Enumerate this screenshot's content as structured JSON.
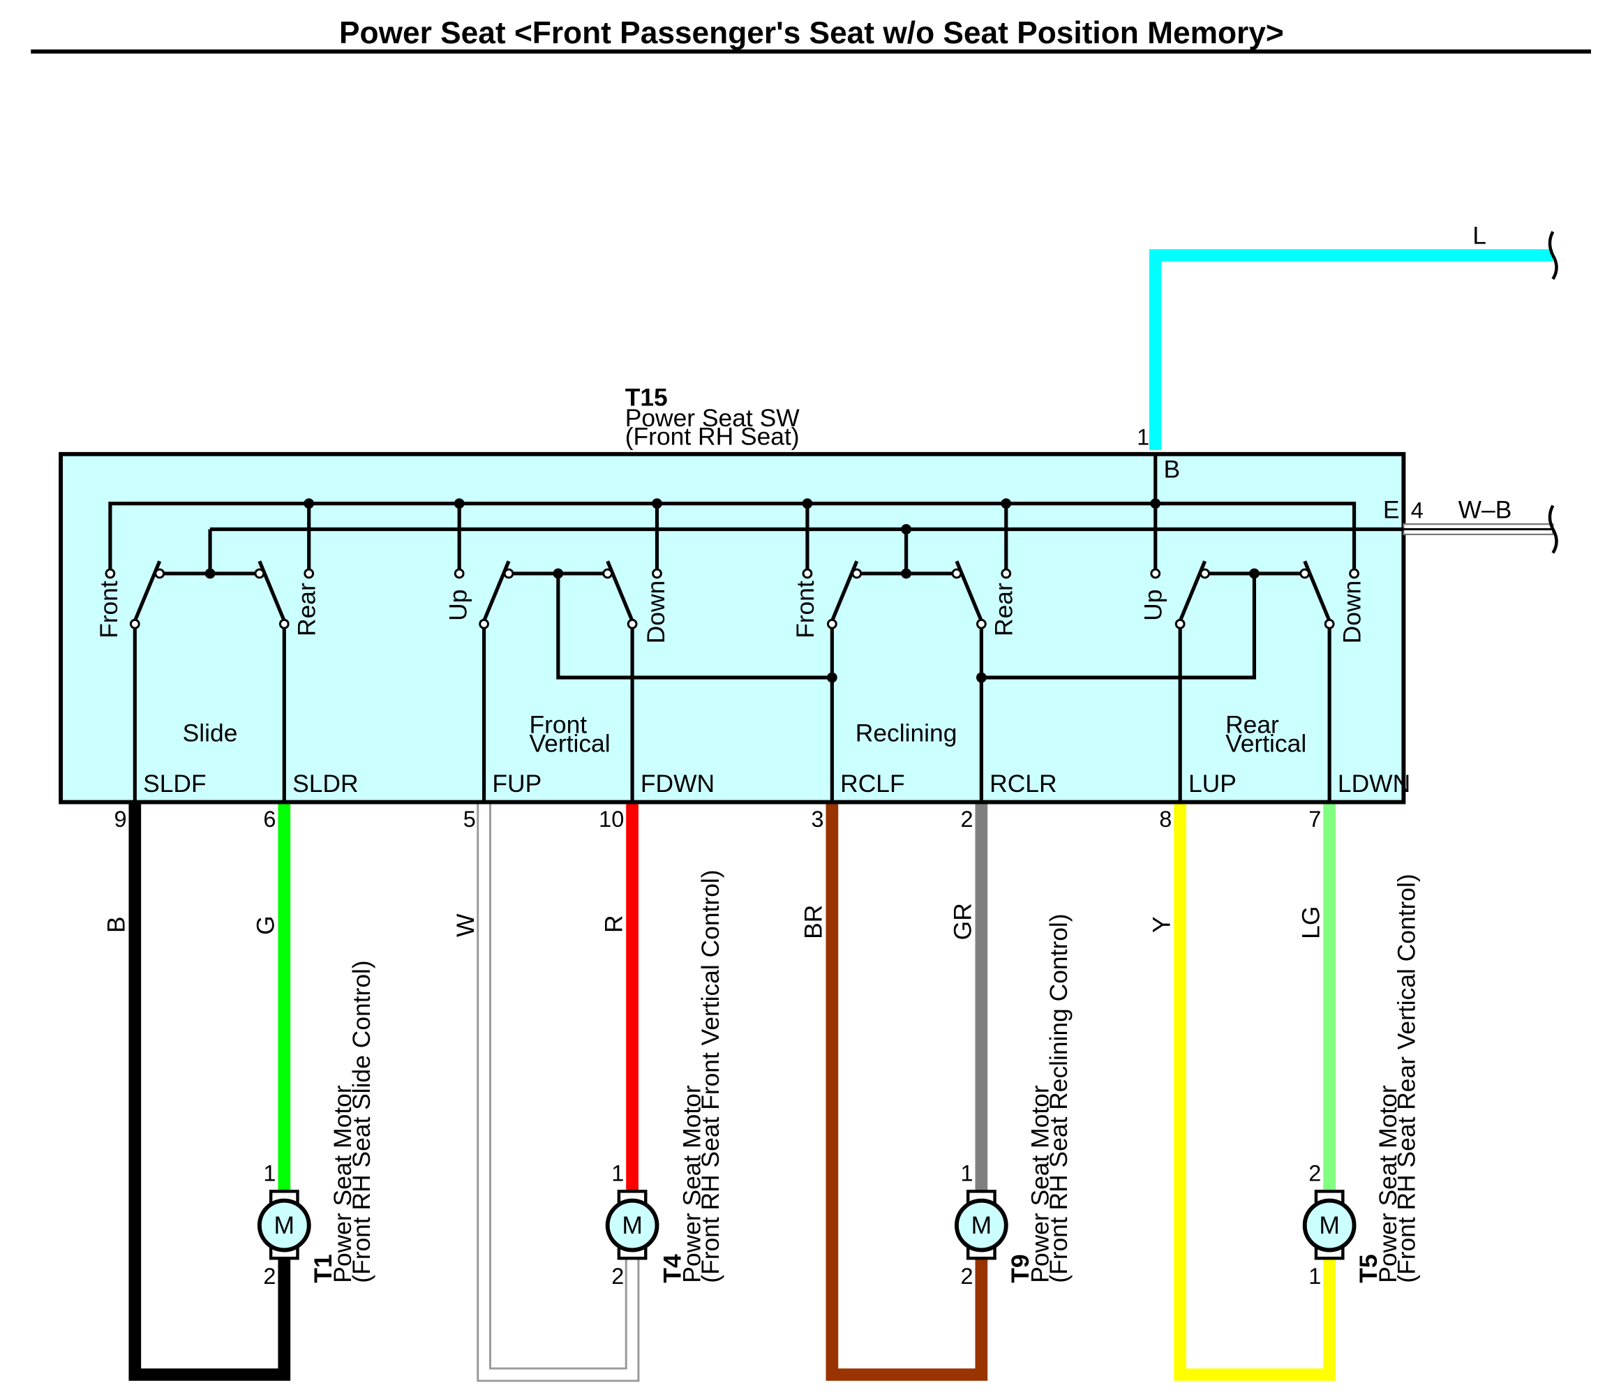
{
  "title": "Power Seat <Front Passenger's Seat w/o Seat Position Memory>",
  "switch": {
    "ref": "T15",
    "name": "Power Seat SW",
    "location": "(Front RH Seat)",
    "body_color": "#ccffff",
    "terminal_b": {
      "label": "B",
      "pin": "1",
      "wire": "L",
      "wire_color": "#00ffff"
    },
    "terminal_e": {
      "label": "E",
      "pin": "4",
      "wire": "W–B"
    },
    "groups": [
      {
        "name": "Slide",
        "pos_a": "Front",
        "pos_b": "Rear"
      },
      {
        "name_line1": "Front",
        "name_line2": "Vertical",
        "pos_a": "Up",
        "pos_b": "Down"
      },
      {
        "name": "Reclining",
        "pos_a": "Front",
        "pos_b": "Rear"
      },
      {
        "name_line1": "Rear",
        "name_line2": "Vertical",
        "pos_a": "Up",
        "pos_b": "Down"
      }
    ],
    "terminals": [
      {
        "label": "SLDF",
        "pin": "9",
        "wire": "B",
        "color": "#000000"
      },
      {
        "label": "SLDR",
        "pin": "6",
        "wire": "G",
        "color": "#00ff00"
      },
      {
        "label": "FUP",
        "pin": "5",
        "wire": "W",
        "color": "#ffffff"
      },
      {
        "label": "FDWN",
        "pin": "10",
        "wire": "R",
        "color": "#ff0000"
      },
      {
        "label": "RCLF",
        "pin": "3",
        "wire": "BR",
        "color": "#993300"
      },
      {
        "label": "RCLR",
        "pin": "2",
        "wire": "GR",
        "color": "#808080"
      },
      {
        "label": "LUP",
        "pin": "8",
        "wire": "Y",
        "color": "#ffff00"
      },
      {
        "label": "LDWN",
        "pin": "7",
        "wire": "LG",
        "color": "#80ff80"
      }
    ]
  },
  "motors": [
    {
      "ref": "T1",
      "name": "Power Seat Motor",
      "desc": "(Front RH Seat Slide Control)",
      "symbol": "M",
      "pin_top": "1",
      "pin_bottom": "2"
    },
    {
      "ref": "T4",
      "name": "Power Seat Motor",
      "desc": "(Front RH Seat Front Vertical Control)",
      "symbol": "M",
      "pin_top": "1",
      "pin_bottom": "2"
    },
    {
      "ref": "T9",
      "name": "Power Seat Motor",
      "desc": "(Front RH Seat Reclining Control)",
      "symbol": "M",
      "pin_top": "1",
      "pin_bottom": "2"
    },
    {
      "ref": "T5",
      "name": "Power Seat Motor",
      "desc": "(Front RH Seat Rear Vertical Control)",
      "symbol": "M",
      "pin_top": "2",
      "pin_bottom": "1"
    }
  ]
}
